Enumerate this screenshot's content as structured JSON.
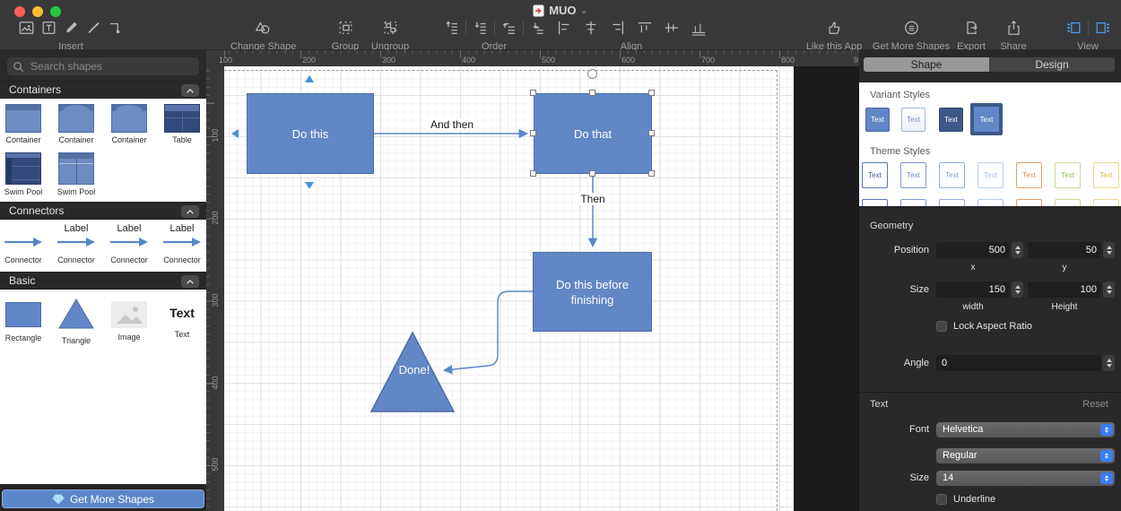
{
  "titlebar": {
    "title": "MUO"
  },
  "toolbar": {
    "insert_label": "Insert",
    "change_shape_label": "Change Shape",
    "group_label": "Group",
    "ungroup_label": "Ungroup",
    "order_label": "Order",
    "align_label": "Align",
    "like_label": "Like this App",
    "get_more_label": "Get More Shapes",
    "export_label": "Export",
    "share_label": "Share",
    "view_label": "View"
  },
  "sidebar": {
    "search_placeholder": "Search shapes",
    "sections": [
      {
        "title": "Containers",
        "items": [
          {
            "label": "Container"
          },
          {
            "label": "Container"
          },
          {
            "label": "Container"
          },
          {
            "label": "Table"
          },
          {
            "label": "Swim Pool"
          },
          {
            "label": "Swim Pool"
          }
        ]
      },
      {
        "title": "Connectors",
        "connector_text": "Label",
        "items": [
          {
            "label": "Connector"
          },
          {
            "label": "Connector"
          },
          {
            "label": "Connector"
          },
          {
            "label": "Connector"
          }
        ]
      },
      {
        "title": "Basic",
        "items": [
          {
            "label": "Rectangle"
          },
          {
            "label": "Triangle"
          },
          {
            "label": "Image"
          },
          {
            "label": "Text"
          }
        ]
      }
    ],
    "get_more_button": "Get More Shapes"
  },
  "canvas": {
    "h_ruler": [
      "100",
      "200",
      "300",
      "400",
      "500",
      "600",
      "700",
      "800",
      "9"
    ],
    "v_ruler": [
      "100",
      "200",
      "300",
      "400",
      "500"
    ],
    "nodes": {
      "box1": "Do this",
      "box2": "Do that",
      "box3": "Do this before finishing",
      "done": "Done!"
    },
    "edges": {
      "e1": "And then",
      "e2": "Then"
    }
  },
  "inspector": {
    "tabs": [
      {
        "label": "Shape"
      },
      {
        "label": "Design"
      }
    ],
    "variant_title": "Variant Styles",
    "theme_title": "Theme Styles",
    "swatch_label": "Text",
    "geometry": {
      "title": "Geometry",
      "position_label": "Position",
      "x_value": "500",
      "y_value": "50",
      "x_label": "x",
      "y_label": "y",
      "size_label": "Size",
      "width_value": "150",
      "height_value": "100",
      "width_label": "width",
      "height_label": "Height",
      "lock_label": "Lock Aspect Ratio",
      "angle_label": "Angle",
      "angle_value": "0"
    },
    "text": {
      "title": "Text",
      "reset_label": "Reset",
      "font_label": "Font",
      "font_value": "Helvetica",
      "style_value": "Regular",
      "size_label": "Size",
      "size_value": "14",
      "underline_label": "Underline"
    }
  },
  "colors": {
    "shape_fill": "#6287c6",
    "shape_border": "#4d6ca6",
    "connector": "#5b87c5",
    "toolbar_bg": "#39393b",
    "panel_bg": "#29292b",
    "button_blue": "#5b87c8",
    "accent_stepper": "#3a7cf6"
  }
}
